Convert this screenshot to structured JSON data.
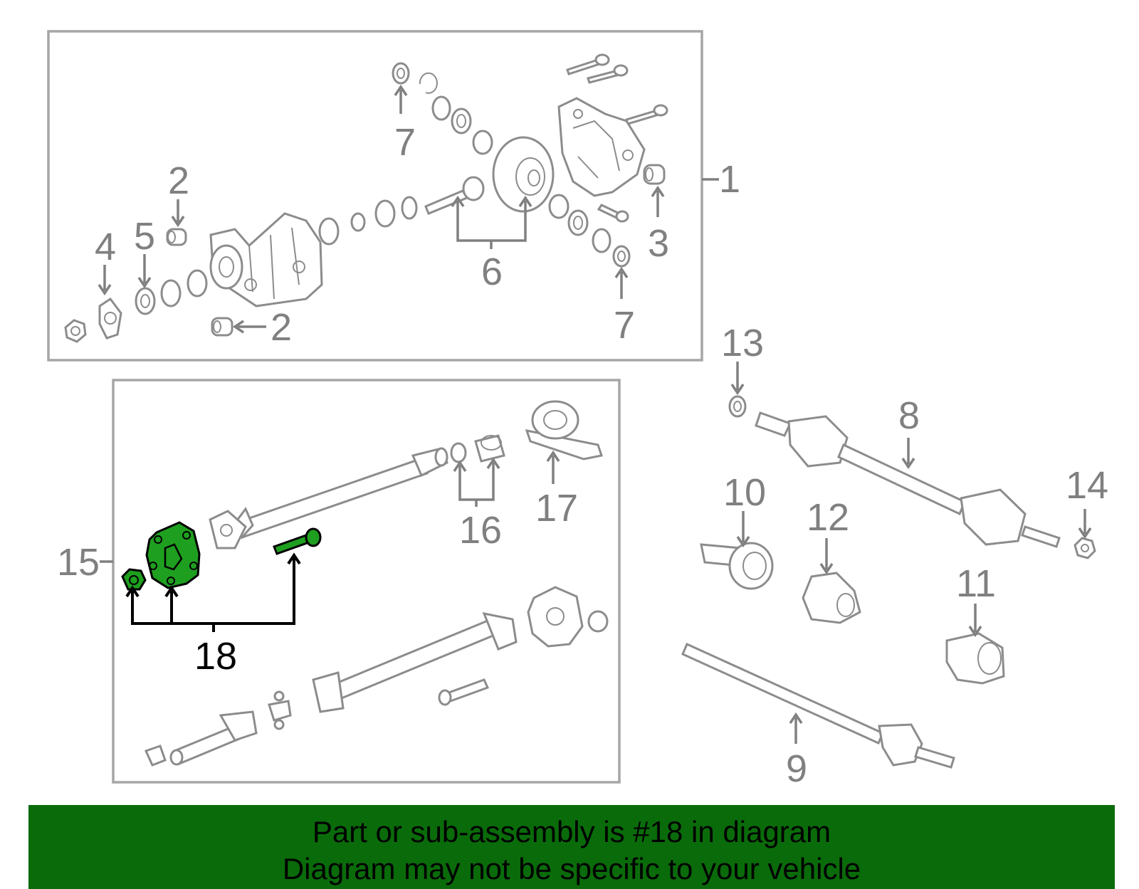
{
  "callouts": {
    "c1": "1",
    "c2a": "2",
    "c2b": "2",
    "c3": "3",
    "c4": "4",
    "c5": "5",
    "c6": "6",
    "c7a": "7",
    "c7b": "7",
    "c8": "8",
    "c9": "9",
    "c10": "10",
    "c11": "11",
    "c12": "12",
    "c13": "13",
    "c14": "14",
    "c15": "15",
    "c16": "16",
    "c17": "17",
    "c18": "18"
  },
  "highlight_color": "#1f9f1f",
  "banner": {
    "line1": "Part or sub-assembly is #18 in diagram",
    "line2": "Diagram may not be specific to your vehicle",
    "background": "#0a6b0a"
  }
}
